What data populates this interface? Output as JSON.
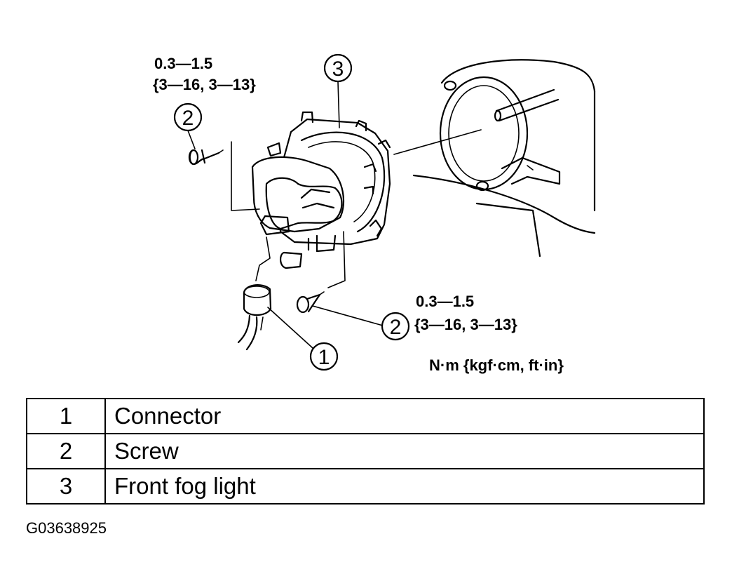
{
  "torque_top": {
    "line1": "0.3—1.5",
    "line2": "{3—16, 3—13}"
  },
  "torque_bottom": {
    "line1": "0.3—1.5",
    "line2": "{3—16, 3—13}"
  },
  "units": "N·m {kgf·cm, ft·in}",
  "callouts": {
    "c1": "1",
    "c2a": "2",
    "c2b": "2",
    "c3": "3"
  },
  "legend": [
    {
      "num": "1",
      "desc": "Connector"
    },
    {
      "num": "2",
      "desc": "Screw"
    },
    {
      "num": "3",
      "desc": "Front fog light"
    }
  ],
  "figure_id": "G03638925"
}
